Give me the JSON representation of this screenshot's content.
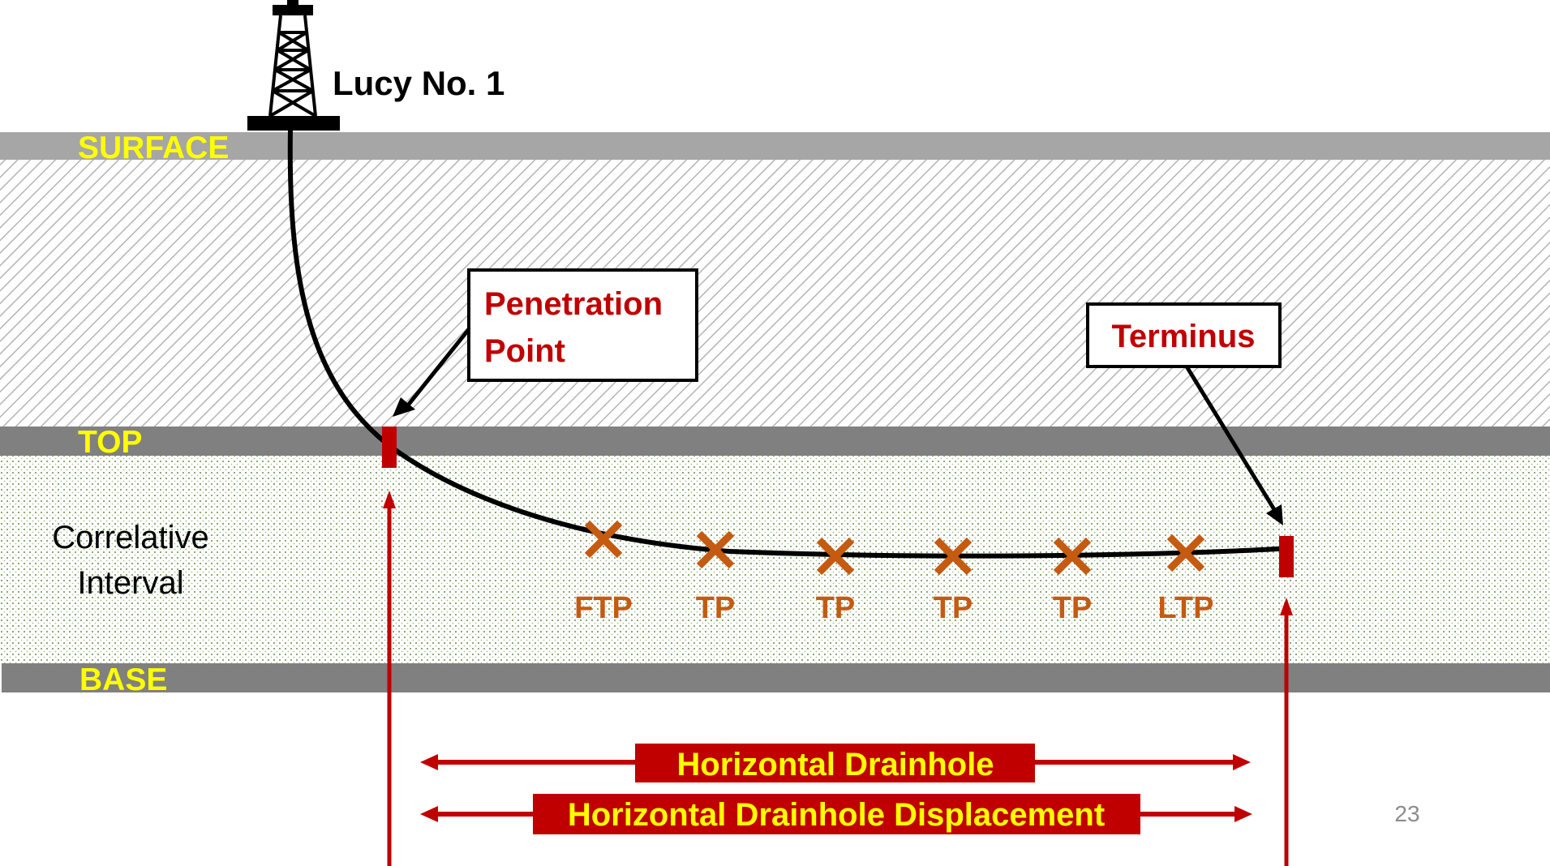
{
  "well": {
    "name": "Lucy No. 1"
  },
  "layers": {
    "surface": "SURFACE",
    "top": "TOP",
    "base": "BASE"
  },
  "interval": {
    "line1": "Correlative",
    "line2": "Interval"
  },
  "callouts": {
    "penetration": {
      "line1": "Penetration",
      "line2": "Point"
    },
    "terminus": "Terminus"
  },
  "take_points": [
    "FTP",
    "TP",
    "TP",
    "TP",
    "TP",
    "LTP"
  ],
  "measurements": {
    "drainhole": "Horizontal Drainhole",
    "displacement": "Horizontal Drainhole Displacement"
  },
  "page_number": "23",
  "colors": {
    "layer_label": "#ffff00",
    "callout_text": "#c00000",
    "take_point": "#c55a11",
    "marker": "#c00000",
    "band": "#c00000",
    "layer_bar": "#808080",
    "surface_bar": "#a6a6a6"
  }
}
